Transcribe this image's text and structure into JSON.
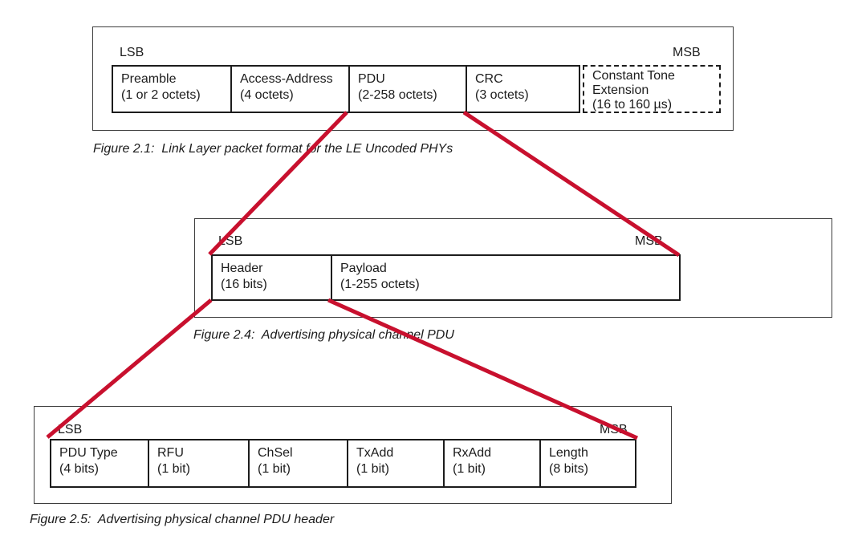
{
  "colors": {
    "connector": "#c8102e",
    "cell_border": "#1c1c1c",
    "outer_border": "#3d3d3d",
    "text": "#1c1c1c",
    "background": "#ffffff"
  },
  "fig1": {
    "lsb": "LSB",
    "msb": "MSB",
    "cells": [
      {
        "title": "Preamble",
        "subtitle": "(1 or 2 octets)"
      },
      {
        "title": "Access-Address",
        "subtitle": "(4 octets)"
      },
      {
        "title": "PDU",
        "subtitle": "(2-258 octets)"
      },
      {
        "title": "CRC",
        "subtitle": "(3 octets)"
      }
    ],
    "cte": [
      "Constant Tone",
      "Extension",
      "(16 to 160 µs)"
    ],
    "caption": "Figure 2.1:  Link Layer packet format for the LE Uncoded PHYs"
  },
  "fig2": {
    "lsb": "LSB",
    "msb": "MSB",
    "cells": [
      {
        "title": "Header",
        "subtitle": "(16 bits)"
      },
      {
        "title": "Payload",
        "subtitle": "(1-255 octets)"
      }
    ],
    "caption": "Figure 2.4:  Advertising physical channel PDU"
  },
  "fig3": {
    "lsb": "LSB",
    "msb": "MSB",
    "cells": [
      {
        "title": "PDU Type",
        "subtitle": "(4 bits)"
      },
      {
        "title": "RFU",
        "subtitle": "(1 bit)"
      },
      {
        "title": "ChSel",
        "subtitle": "(1 bit)"
      },
      {
        "title": "TxAdd",
        "subtitle": "(1 bit)"
      },
      {
        "title": "RxAdd",
        "subtitle": "(1 bit)"
      },
      {
        "title": "Length",
        "subtitle": "(8 bits)"
      }
    ],
    "caption": "Figure 2.5:  Advertising physical channel PDU header"
  }
}
